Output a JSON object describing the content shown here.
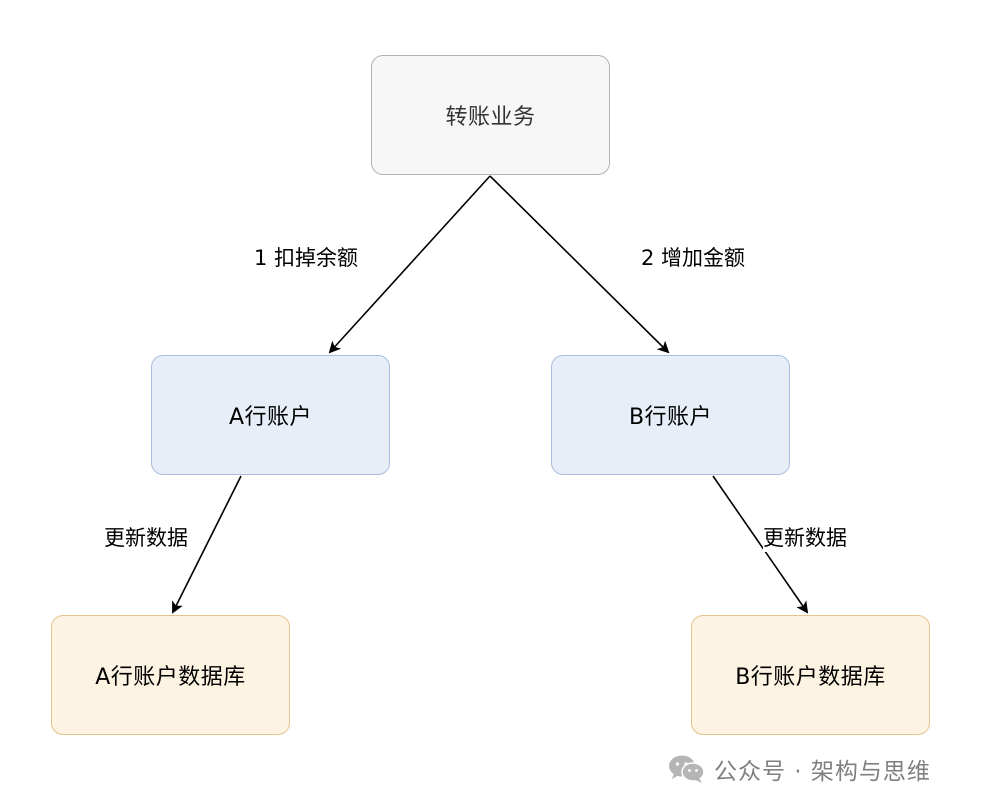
{
  "nodes": {
    "transfer": "转账业务",
    "account_a": "A行账户",
    "account_b": "B行账户",
    "db_a": "A行账户数据库",
    "db_b": "B行账户数据库"
  },
  "edges": {
    "deduct": "1 扣掉余额",
    "add": "2 增加金额",
    "update_a": "更新数据",
    "update_b": "更新数据"
  },
  "watermark": {
    "text": "公众号 · 架构与思维",
    "icon": "wechat-icon"
  },
  "colors": {
    "top_fill": "#f7f7f7",
    "top_border": "#b3b3b3",
    "account_fill": "#e8eef8",
    "account_border": "#a9bedc",
    "db_fill": "#fdf3e2",
    "db_border": "#e2c58d",
    "watermark": "#7f7f7f"
  }
}
